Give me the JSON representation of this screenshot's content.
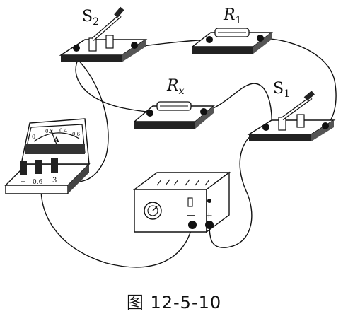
{
  "labels": {
    "s2": "S",
    "s2_sub": "2",
    "r1": "R",
    "r1_sub": "1",
    "rx": "R",
    "rx_sub": "x",
    "s1": "S",
    "s1_sub": "1"
  },
  "ammeter": {
    "unit": "A",
    "scale_left": "0",
    "scale_mid": "0.2",
    "scale_mid2": "0.4",
    "scale_right": "0.6",
    "term_minus": "−",
    "term_06": "0.6",
    "term_3": "3"
  },
  "power_supply": {
    "term_minus": "−",
    "term_plus": "+"
  },
  "caption": "图 12-5-10"
}
